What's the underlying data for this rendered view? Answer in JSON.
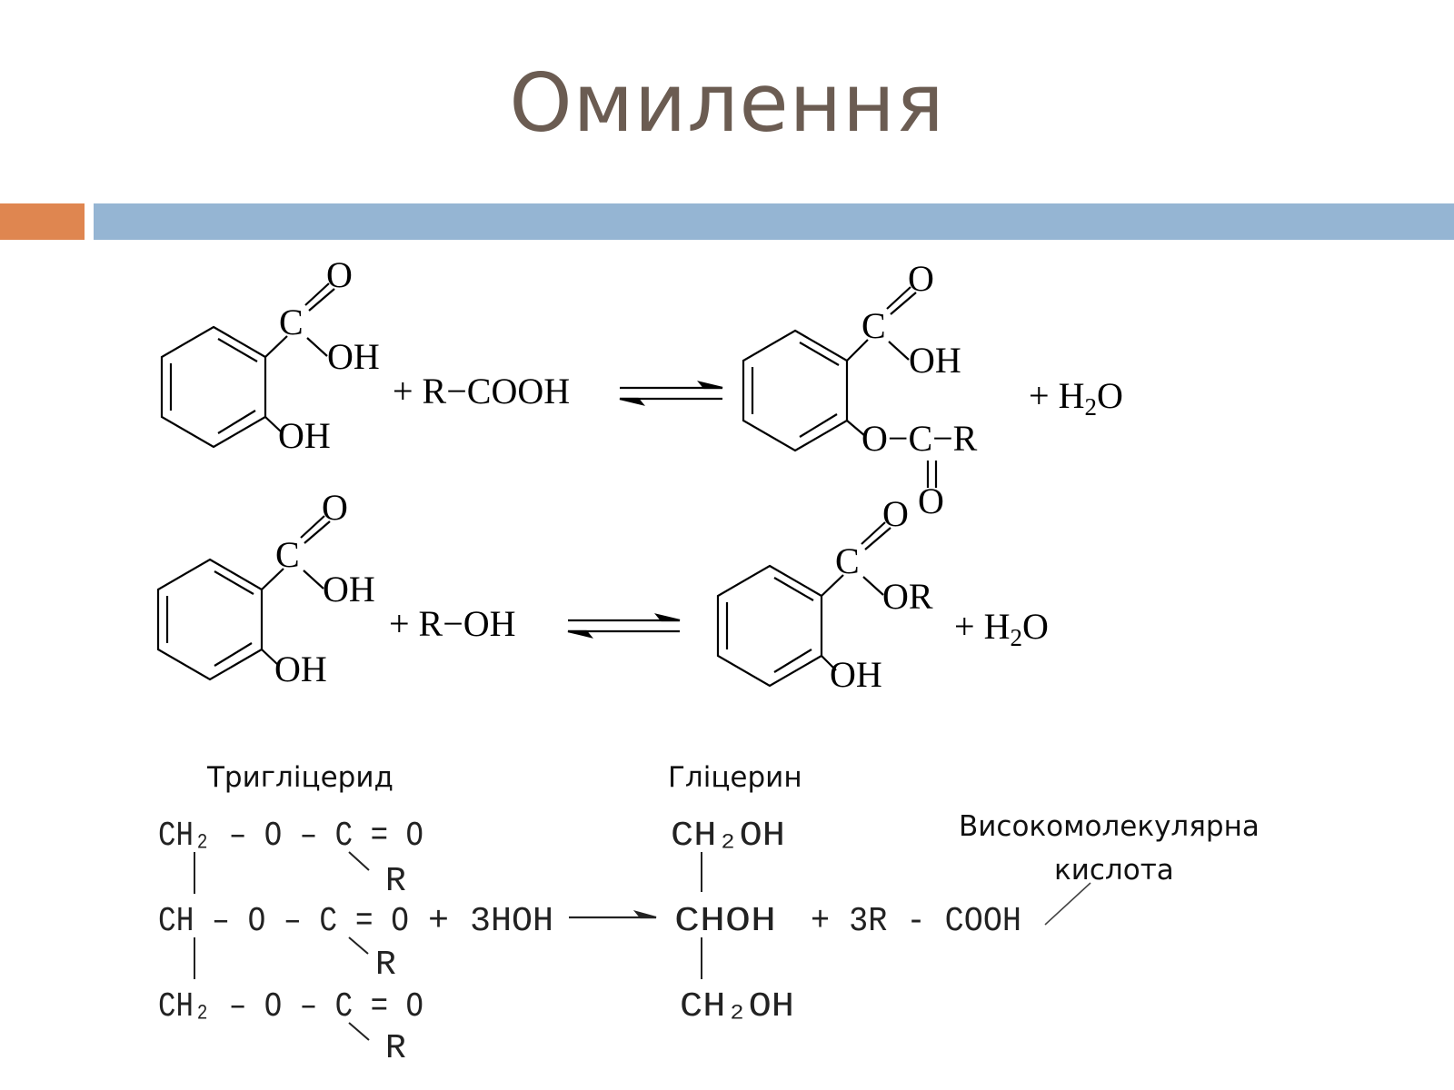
{
  "slide": {
    "title": "Омилення",
    "colors": {
      "title": "#6b5c52",
      "accent_orange": "#df8650",
      "accent_blue": "#95b5d3"
    }
  },
  "reaction1": {
    "reactant1": {
      "carbonyl_o": "O",
      "carbon": "C",
      "acid_oh": "OH",
      "phenol_oh": "OH"
    },
    "plus_r_cooh": "+ R−COOH",
    "product": {
      "carbonyl_o": "O",
      "carbon": "C",
      "acid_oh": "OH",
      "ester_link": "O−C−R",
      "ester_o": "O"
    },
    "water": {
      "plus": "+",
      "h": "H",
      "sub": "2",
      "o": "O"
    }
  },
  "reaction2": {
    "reactant1": {
      "carbonyl_o": "O",
      "carbon": "C",
      "acid_oh": "OH",
      "phenol_oh": "OH"
    },
    "plus_r_oh": "+ R−OH",
    "product": {
      "carbonyl_o": "O",
      "carbon": "C",
      "or": "OR",
      "phenol_oh": "OH"
    },
    "water": {
      "plus": "+",
      "h": "H",
      "sub": "2",
      "o": "O"
    }
  },
  "saponification": {
    "label_triglyceride": "Тригліцерид",
    "label_glycerol": "Гліцерин",
    "label_acid_line1": "Високомолекулярна",
    "label_acid_line2": "кислота",
    "tri_row1": "CH₂ – O – C  = O",
    "tri_row2": "CH – O – C  = O",
    "tri_row3": "CH₂ – O – C  = O",
    "r_sub": "R",
    "water_reagent": "+ 3HOH",
    "gly_row1": "CH₂OH",
    "gly_row2": "CHOH",
    "gly_row3": "CH₂OH",
    "acid_product": "+ 3R - COOH"
  }
}
